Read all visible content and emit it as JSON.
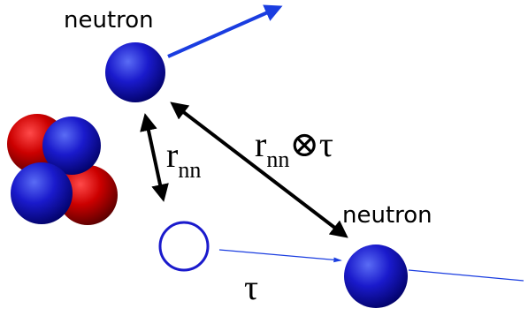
{
  "labels": {
    "neutron_top": "neutron",
    "neutron_bottom": "neutron",
    "rnn_symbol": "r",
    "rnn_subscript": "nn",
    "rnn_tau_symbol": "r",
    "rnn_tau_subscript": "nn",
    "rnn_tau_operator": "⊗τ",
    "tau": "τ"
  },
  "colors": {
    "neutron": "#1a1acc",
    "proton": "#cc0000",
    "arrow": "#000000",
    "trajectory": "#1a3de0",
    "background": "#ffffff"
  },
  "icons": {
    "neutron_sphere": "neutron-sphere-icon",
    "proton_sphere": "proton-sphere-icon",
    "empty_position": "hollow-circle-icon"
  }
}
